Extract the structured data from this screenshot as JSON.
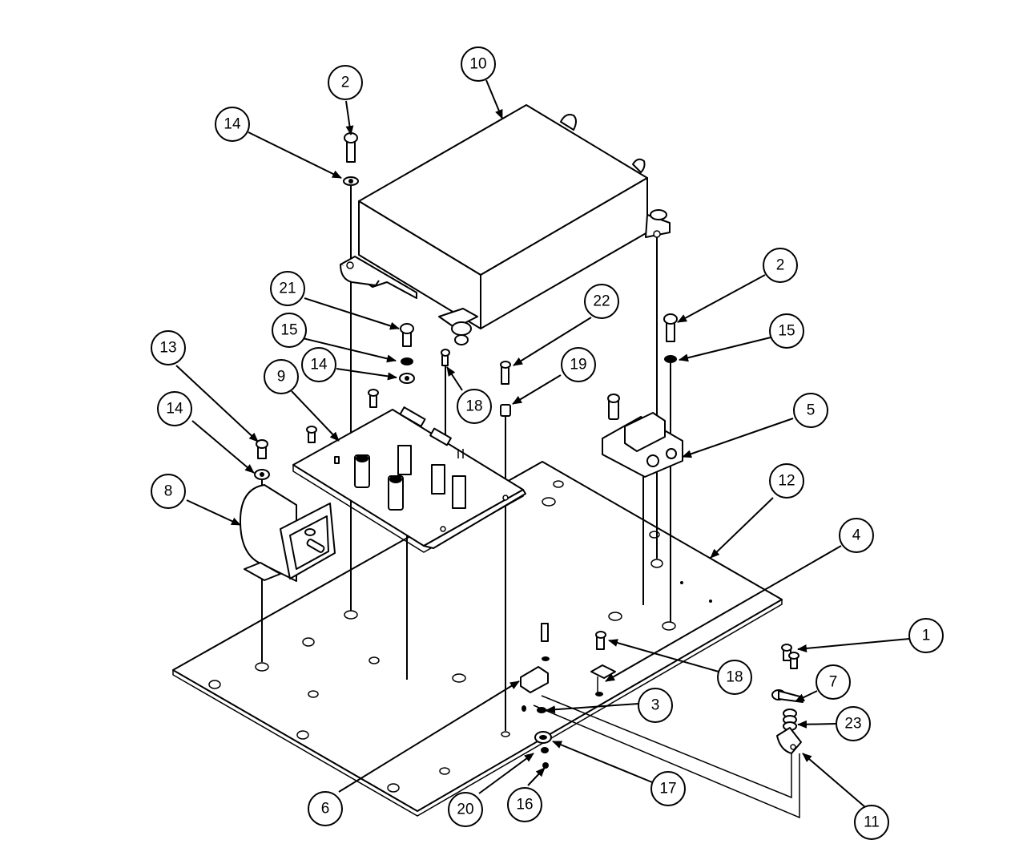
{
  "balloons": [
    {
      "id": "b10",
      "label": "10"
    },
    {
      "id": "b2a",
      "label": "2"
    },
    {
      "id": "b14a",
      "label": "14"
    },
    {
      "id": "b2b",
      "label": "2"
    },
    {
      "id": "b15a",
      "label": "15"
    },
    {
      "id": "b21",
      "label": "21"
    },
    {
      "id": "b22",
      "label": "22"
    },
    {
      "id": "b15b",
      "label": "15"
    },
    {
      "id": "b14b",
      "label": "14"
    },
    {
      "id": "b13",
      "label": "13"
    },
    {
      "id": "b19",
      "label": "19"
    },
    {
      "id": "b9",
      "label": "9"
    },
    {
      "id": "b18a",
      "label": "18"
    },
    {
      "id": "b14c",
      "label": "14"
    },
    {
      "id": "b5",
      "label": "5"
    },
    {
      "id": "b12",
      "label": "12"
    },
    {
      "id": "b8",
      "label": "8"
    },
    {
      "id": "b4",
      "label": "4"
    },
    {
      "id": "b1",
      "label": "1"
    },
    {
      "id": "b18b",
      "label": "18"
    },
    {
      "id": "b7",
      "label": "7"
    },
    {
      "id": "b3",
      "label": "3"
    },
    {
      "id": "b23",
      "label": "23"
    },
    {
      "id": "b17",
      "label": "17"
    },
    {
      "id": "b6",
      "label": "6"
    },
    {
      "id": "b20",
      "label": "20"
    },
    {
      "id": "b16",
      "label": "16"
    },
    {
      "id": "b11",
      "label": "11"
    }
  ]
}
